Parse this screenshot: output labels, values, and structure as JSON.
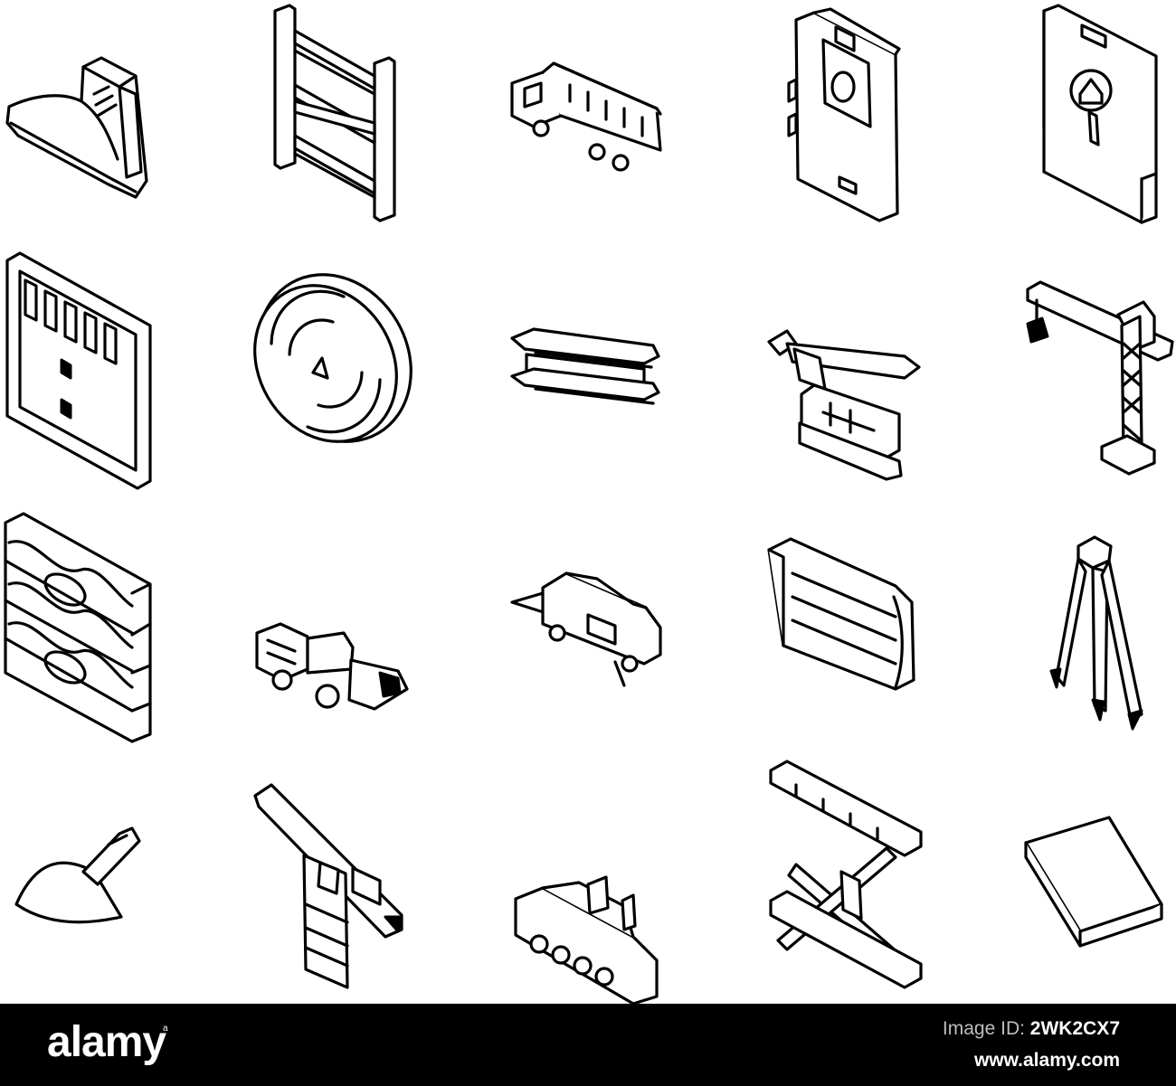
{
  "icons": [
    "work-boot-icon",
    "scaffolding-icon",
    "dump-truck-icon",
    "wall-panel-icon",
    "house-inspection-clipboard-icon",
    "wall-frame-icon",
    "manhole-cover-icon",
    "steel-beam-icon",
    "tracked-excavator-icon",
    "tower-crane-icon",
    "gabion-wall-icon",
    "road-milling-machine-icon",
    "asphalt-paver-icon",
    "corrugated-sheet-icon",
    "tripod-icon",
    "trowel-icon",
    "boom-lift-icon",
    "road-construction-machine-icon",
    "scissor-lift-icon",
    "slab-board-icon"
  ],
  "footer": {
    "brand": "alamy",
    "image_id_label": "Image ID:",
    "image_id": "2WK2CX7",
    "site_url": "www.alamy.com"
  },
  "colors": {
    "footer_bg": "#000000",
    "line": "#000000",
    "background": "#ffffff"
  }
}
